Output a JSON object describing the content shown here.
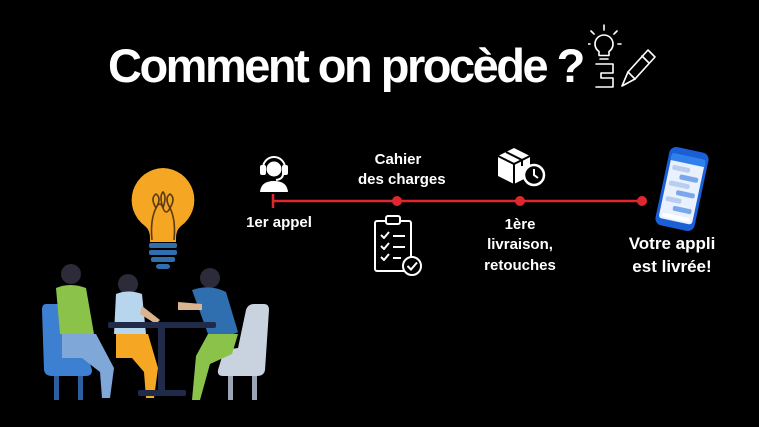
{
  "slide": {
    "title": "Comment on procède ?",
    "steps": [
      {
        "line1": "1er appel",
        "line2": "",
        "line3": "",
        "icon": "headset-support-icon"
      },
      {
        "line1": "Cahier",
        "line2": "des charges",
        "line3": "",
        "icon": "checklist-icon"
      },
      {
        "line1": "1ère",
        "line2": "livraison,",
        "line3": "retouches",
        "icon": "package-clock-icon"
      },
      {
        "line1": "Votre appli",
        "line2": "est livrée!",
        "line3": "",
        "icon": "smartphone-chat-icon"
      }
    ],
    "icons": {
      "title_decoration": "lightbulb-pencil-icon",
      "illustration": "team-meeting-illustration",
      "bulb": "lightbulb-icon"
    },
    "colors": {
      "background": "#000000",
      "timeline": "#e0262e",
      "bulb": "#f5a623",
      "text": "#ffffff"
    }
  }
}
